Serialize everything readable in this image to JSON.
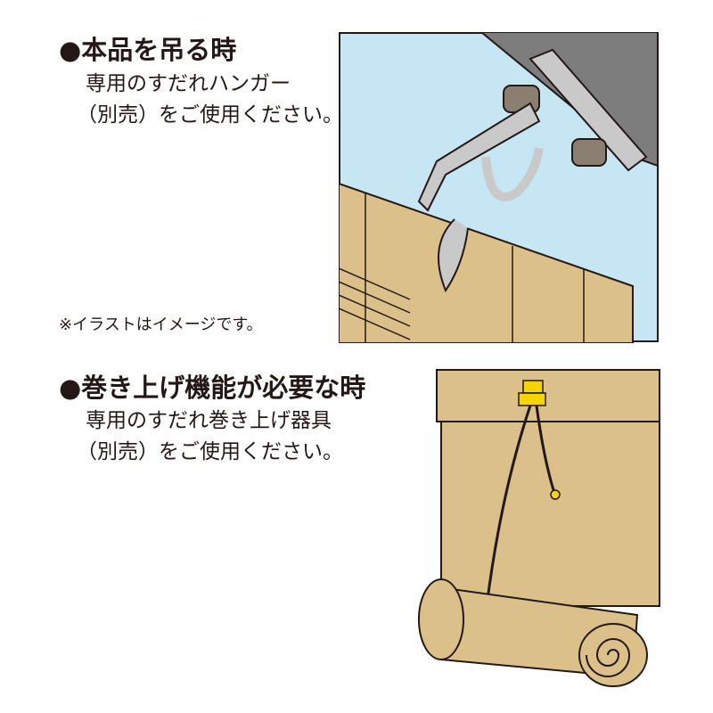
{
  "section1": {
    "heading": "●本品を吊る時",
    "lines": [
      "専用のすだれハンガー",
      "（別売）をご使用ください。"
    ],
    "note": "※イラストはイメージです。"
  },
  "section2": {
    "heading": "●巻き上げ機能が必要な時",
    "lines": [
      "専用のすだれ巻き上げ器具",
      "（別売）をご使用ください。"
    ]
  },
  "colors": {
    "sky": "#c6e6f4",
    "bamboo": "#dcc08a",
    "metal": "#c9c9c9",
    "clip": "#f5d400"
  }
}
